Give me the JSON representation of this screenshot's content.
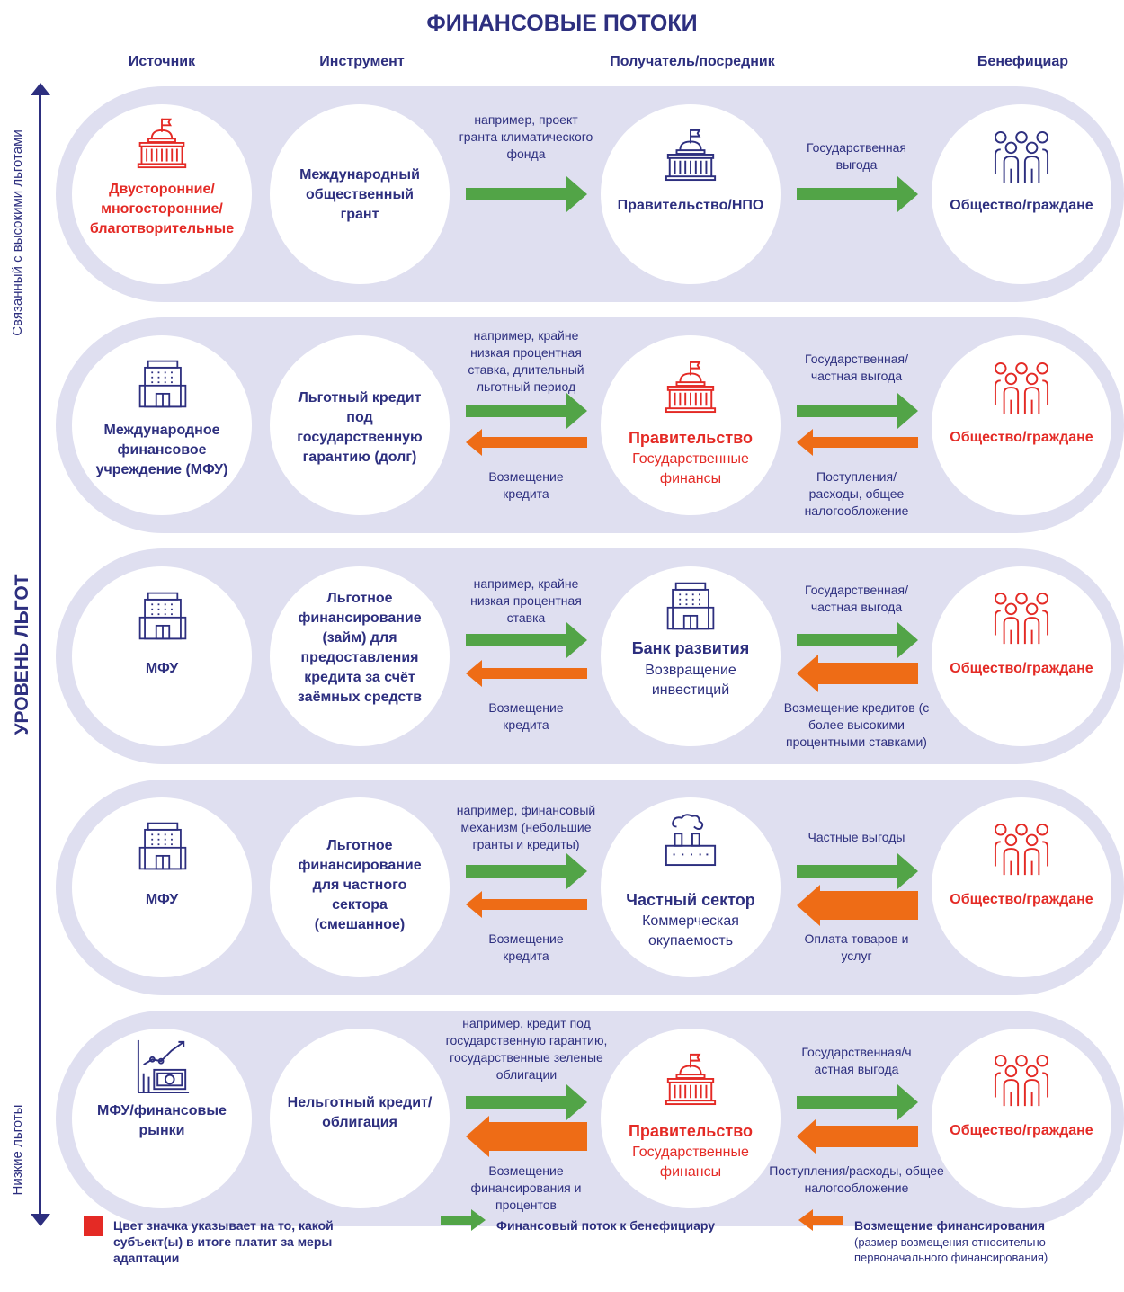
{
  "title": "ФИНАНСОВЫЕ ПОТОКИ",
  "columns": [
    "Источник",
    "Инструмент",
    "Получатель/посредник",
    "Бенефициар"
  ],
  "yaxis": {
    "main": "УРОВЕНЬ ЛЬГОТ",
    "top": "Связанный с высокими льготами",
    "bottom": "Низкие льготы"
  },
  "colors": {
    "navy": "#2d2f7f",
    "red": "#e42a25",
    "green": "#52a447",
    "orange": "#ee6c16",
    "band": "#dfdff0"
  },
  "rows": [
    {
      "source": [
        "Двусторонние/",
        "многосторонние/",
        "благотворительные"
      ],
      "source_icon": "government-building-icon",
      "instrument": "Международный общественный грант",
      "flow1_top": "например, проект гранта климатического фонда",
      "flow1_bottom": "",
      "recipient_title": "Правительство/НПО",
      "recipient_sub": "",
      "recipient_icon": "government-building-icon",
      "flow2_top": "Государственная выгода",
      "flow2_bottom": "",
      "beneficiary": "Общество/граждане",
      "beneficiary_icon": "people-icon"
    },
    {
      "source": "Международное финансовое учреждение (МФУ)",
      "source_icon": "office-building-icon",
      "instrument": "Льготный кредит под государственную гарантию (долг)",
      "flow1_top": "например, крайне низкая процентная ставка, длительный льготный период",
      "flow1_bottom": "Возмещение кредита",
      "recipient_title": "Правительство",
      "recipient_sub": "Государственные финансы",
      "recipient_icon": "government-building-icon",
      "flow2_top": "Государственная/ частная выгода",
      "flow2_bottom": "Поступления/ расходы, общее налогообложение",
      "beneficiary": "Общество/граждане",
      "beneficiary_icon": "people-icon"
    },
    {
      "source": "МФУ",
      "source_icon": "office-building-icon",
      "instrument": "Льготное финансирование (займ) для предоставления кредита за счёт заёмных средств",
      "flow1_top": "например, крайне низкая процентная ставка",
      "flow1_bottom": "Возмещение кредита",
      "recipient_title": "Банк развития",
      "recipient_sub": "Возвращение инвестиций",
      "recipient_icon": "office-building-icon",
      "flow2_top": "Государственная/ частная выгода",
      "flow2_bottom": "Возмещение кредитов (с более высокими процентными ставками)",
      "beneficiary": "Общество/граждане",
      "beneficiary_icon": "people-icon"
    },
    {
      "source": "МФУ",
      "source_icon": "office-building-icon",
      "instrument": "Льготное финансирование для частного сектора (смешанное)",
      "flow1_top": "например, финансовый механизм (небольшие гранты и кредиты)",
      "flow1_bottom": "Возмещение кредита",
      "recipient_title": "Частный сектор",
      "recipient_sub": "Коммерческая окупаемость",
      "recipient_icon": "factory-icon",
      "flow2_top": "Частные выгоды",
      "flow2_bottom": "Оплата товаров и услуг",
      "beneficiary": "Общество/граждане",
      "beneficiary_icon": "people-icon"
    },
    {
      "source": "МФУ/финансовые рынки",
      "source_icon": "market-chart-icon",
      "instrument": "Нельготный кредит/облигация",
      "flow1_top": "например, кредит под государственную гарантию, государственные зеленые облигации",
      "flow1_bottom": "Возмещение финансирования и процентов",
      "recipient_title": "Правительство",
      "recipient_sub": "Государственные финансы",
      "recipient_icon": "government-building-icon",
      "flow2_top": "Государственная/ч астная выгода",
      "flow2_bottom": "Поступления/расходы, общее налогообложение",
      "beneficiary": "Общество/граждане",
      "beneficiary_icon": "people-icon"
    }
  ],
  "legend": {
    "color_note": "Цвет значка указывает на то, какой субъект(ы) в итоге платит за меры адаптации",
    "green_arrow": "Финансовый поток к бенефициару",
    "orange_arrow": "Возмещение финансирования",
    "orange_sub": "(размер возмещения относительно первоначального финансирования)"
  }
}
